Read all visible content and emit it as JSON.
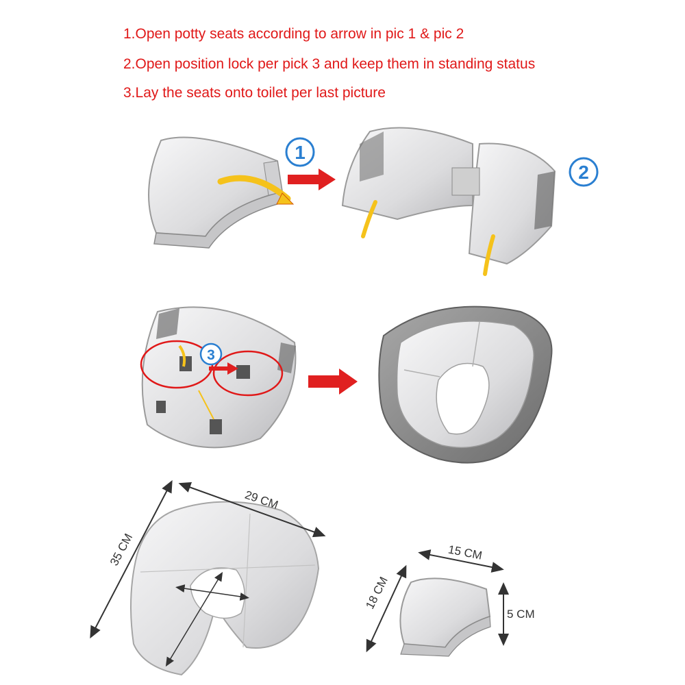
{
  "instructions": [
    "1.Open potty seats according to arrow in pic 1 & pic 2",
    "2.Open position lock per pick 3 and keep them in standing status",
    "3.Lay the seats onto toilet per last picture"
  ],
  "steps": {
    "one": "1",
    "two": "2",
    "three": "3"
  },
  "dimensions": {
    "width_open": "29 CM",
    "height_open": "35 CM",
    "width_folded": "15 CM",
    "height_folded": "18 CM",
    "thickness_folded": "5 CM"
  },
  "colors": {
    "instruction_text": "#e01818",
    "step_badge": "#2a7fd1",
    "arrow": "#e02020",
    "seat_light": "#e9e9ea",
    "seat_rim": "#808080",
    "yellow_arrow": "#f5c21b"
  }
}
